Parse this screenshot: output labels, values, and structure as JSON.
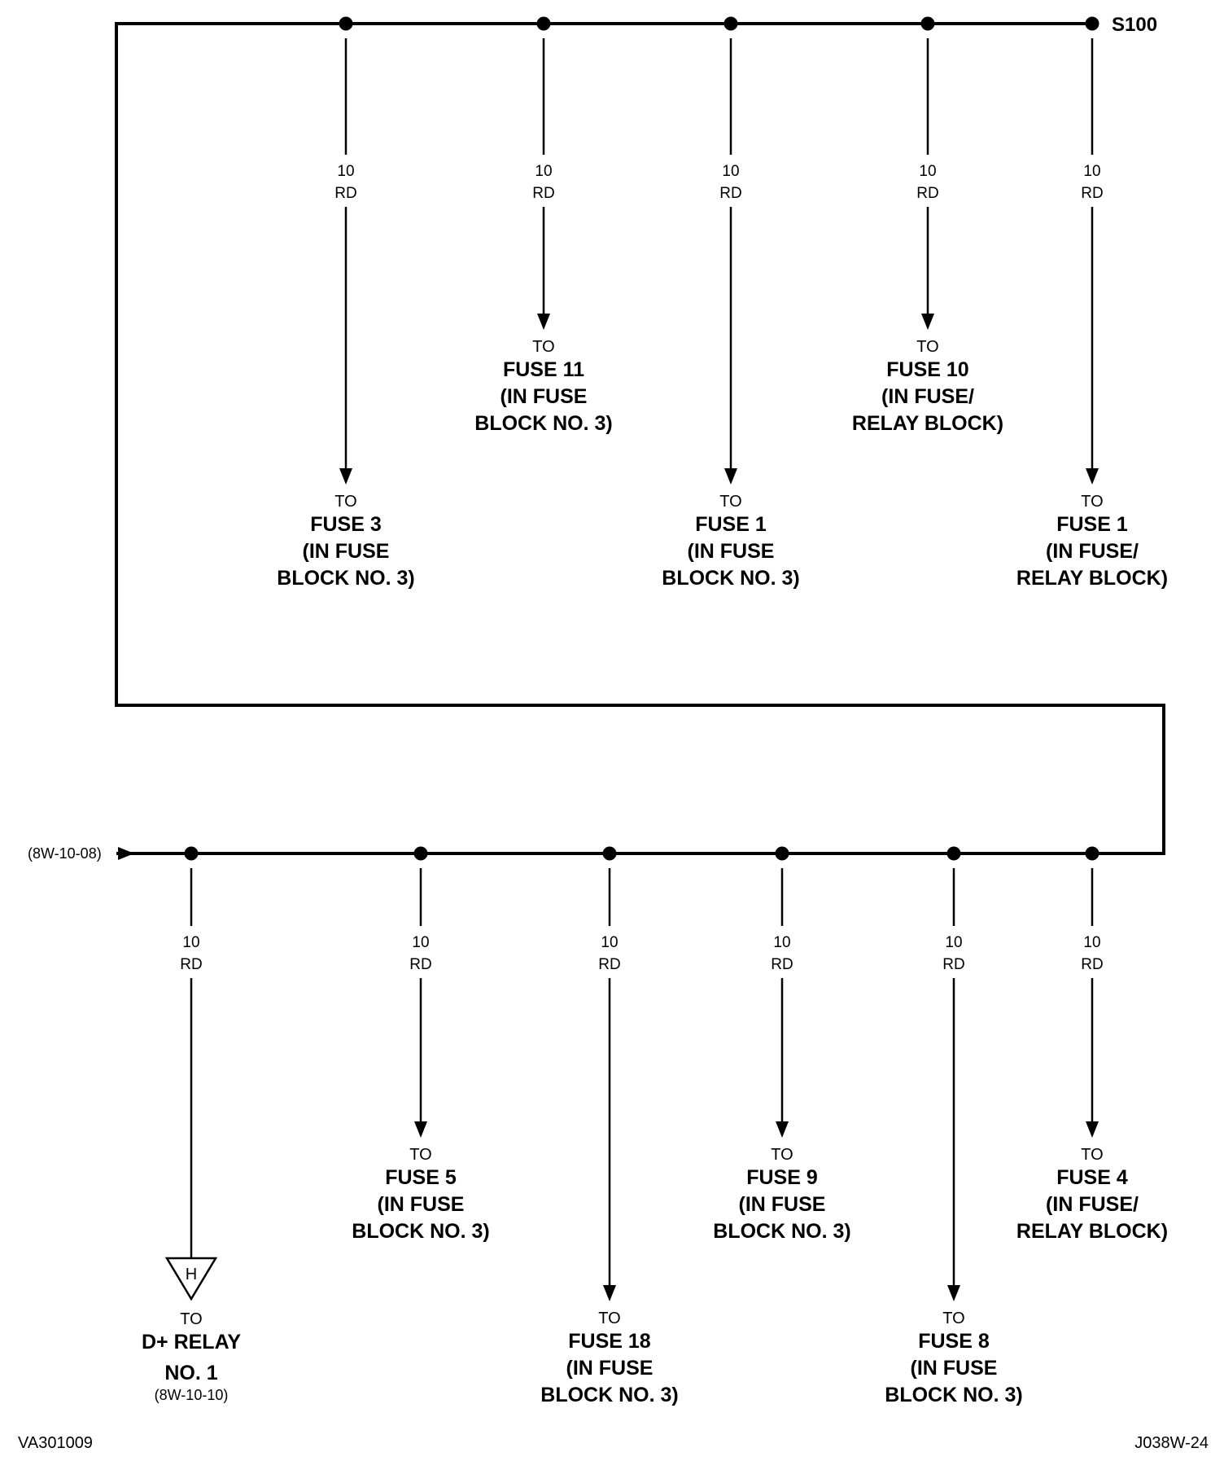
{
  "splice_label": "S100",
  "source_ref": "(8W-10-08)",
  "figure_id_left": "VA301009",
  "figure_id_right": "J038W-24",
  "upper_branches": [
    {
      "gauge": "10",
      "color": "RD",
      "dest": [
        "TO",
        "FUSE 3",
        "(IN FUSE",
        "BLOCK NO. 3)"
      ]
    },
    {
      "gauge": "10",
      "color": "RD",
      "dest": [
        "TO",
        "FUSE 11",
        "(IN FUSE",
        "BLOCK NO. 3)"
      ]
    },
    {
      "gauge": "10",
      "color": "RD",
      "dest": [
        "TO",
        "FUSE 1",
        "(IN FUSE",
        "BLOCK NO. 3)"
      ]
    },
    {
      "gauge": "10",
      "color": "RD",
      "dest": [
        "TO",
        "FUSE 10",
        "(IN FUSE/",
        "RELAY BLOCK)"
      ]
    },
    {
      "gauge": "10",
      "color": "RD",
      "dest": [
        "TO",
        "FUSE 1",
        "(IN FUSE/",
        "RELAY BLOCK)"
      ]
    }
  ],
  "lower_branches": [
    {
      "gauge": "10",
      "color": "RD",
      "connector": "H",
      "dest": [
        "TO",
        "D+ RELAY",
        "NO. 1",
        "(8W-10-10)"
      ]
    },
    {
      "gauge": "10",
      "color": "RD",
      "dest": [
        "TO",
        "FUSE 5",
        "(IN FUSE",
        "BLOCK NO. 3)"
      ]
    },
    {
      "gauge": "10",
      "color": "RD",
      "dest": [
        "TO",
        "FUSE 18",
        "(IN FUSE",
        "BLOCK NO. 3)"
      ]
    },
    {
      "gauge": "10",
      "color": "RD",
      "dest": [
        "TO",
        "FUSE 9",
        "(IN FUSE",
        "BLOCK NO. 3)"
      ]
    },
    {
      "gauge": "10",
      "color": "RD",
      "dest": [
        "TO",
        "FUSE 8",
        "(IN FUSE",
        "BLOCK NO. 3)"
      ]
    },
    {
      "gauge": "10",
      "color": "RD",
      "dest": [
        "TO",
        "FUSE 4",
        "(IN FUSE/",
        "RELAY BLOCK)"
      ]
    }
  ]
}
